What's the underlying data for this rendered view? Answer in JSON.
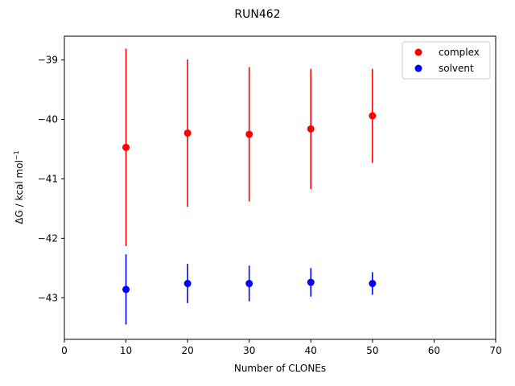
{
  "chart_data": {
    "type": "scatter",
    "title": "RUN462",
    "xlabel": "Number of CLONEs",
    "ylabel_main": "ΔG / kcal mol",
    "ylabel_sup": "−1",
    "xlim": [
      0,
      70
    ],
    "ylim": [
      -43.7,
      -38.6
    ],
    "xticks": [
      0,
      10,
      20,
      30,
      40,
      50,
      60,
      70
    ],
    "xtick_labels": [
      "0",
      "10",
      "20",
      "30",
      "40",
      "50",
      "60",
      "70"
    ],
    "yticks": [
      -43,
      -42,
      -41,
      -40,
      -39
    ],
    "ytick_labels": [
      "−43",
      "−42",
      "−41",
      "−40",
      "−39"
    ],
    "grid": false,
    "legend_position": "top-right",
    "series": [
      {
        "name": "complex",
        "color": "#ff0000",
        "x": [
          10,
          20,
          30,
          40,
          50
        ],
        "y": [
          -40.47,
          -40.23,
          -40.25,
          -40.16,
          -39.94
        ],
        "yerr": [
          1.66,
          1.24,
          1.13,
          1.01,
          0.79
        ]
      },
      {
        "name": "solvent",
        "color": "#0000ff",
        "x": [
          10,
          20,
          30,
          40,
          50
        ],
        "y": [
          -42.86,
          -42.76,
          -42.76,
          -42.74,
          -42.76
        ],
        "yerr": [
          0.59,
          0.33,
          0.3,
          0.24,
          0.19
        ]
      }
    ]
  }
}
